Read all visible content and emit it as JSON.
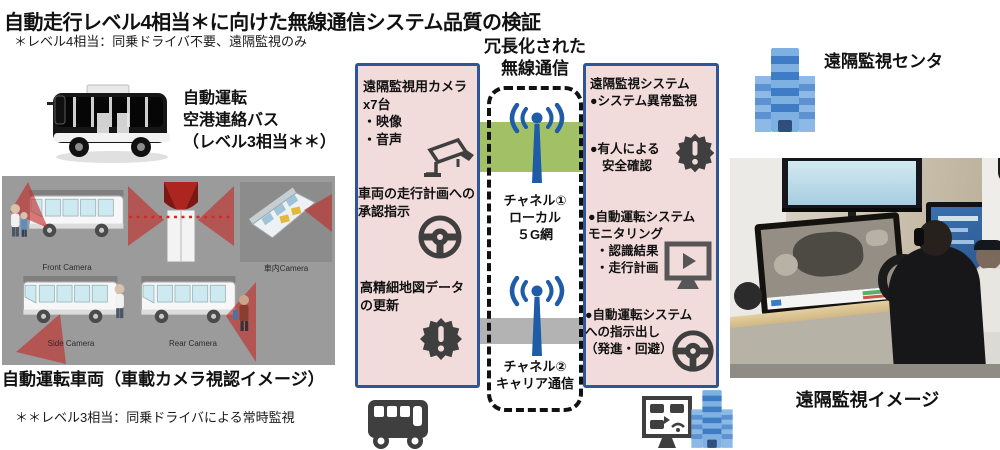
{
  "header": {
    "title": "自動走行レベル4相当＊に向けた無線通信システム品質の検証",
    "footnote_level4": "＊レベル4相当：同乗ドライバ不要、遠隔監視のみ"
  },
  "left_side": {
    "bus_caption": {
      "l1": "自動運転",
      "l2": "空港連絡バス",
      "l3": "（レベル3相当＊＊）"
    },
    "montage_caption": "自動運転車両（車載カメラ視認イメージ）",
    "montage_labels": {
      "front": "Front Camera",
      "cabin": "車内Camera",
      "side": "Side Camera",
      "rear": "Rear Camera"
    },
    "footnote_level3": "＊＊レベル3相当：同乗ドライバによる常時監視"
  },
  "vehicle_box": {
    "camera": {
      "l1": "遠隔監視用カメラ",
      "l2": "x7台",
      "l3": "・映像",
      "l4": "・音声"
    },
    "plan": {
      "l1": "車両の走行計画への",
      "l2": "承認指示"
    },
    "map": {
      "l1": "高精細地図データ",
      "l2": "の更新"
    }
  },
  "channel_box": {
    "title_l1": "冗長化された",
    "title_l2": "無線通信",
    "ch1": {
      "l1": "チャネル①",
      "l2": "ローカル",
      "l3": "５G網"
    },
    "ch2": {
      "l1": "チャネル②",
      "l2": "キャリア通信"
    }
  },
  "monitor_box": {
    "header": "遠隔監視システム",
    "b1": "●システム異常監視",
    "b2": {
      "l1": "●有人による",
      "l2": "安全確認"
    },
    "b3": {
      "l1": "●自動運転システム",
      "l2": "モニタリング",
      "l3": "・認識結果",
      "l4": "・走行計画"
    },
    "b4": {
      "l1": "●自動運転システム",
      "l2": "への指示出し",
      "l3": "（発進・回避）"
    }
  },
  "right_side": {
    "center_label": "遠隔監視センタ",
    "photo_caption": "遠隔監視イメージ"
  },
  "colors": {
    "box_fill": "#f2dcdb",
    "box_border": "#2e5597",
    "local5g_band_green": "#a2c065",
    "carrier_band_gray": "#b3b3b3",
    "antenna_blue": "#1f5ca8",
    "icon_gray": "#3f3f3f",
    "building_blue": "#7fb0e2",
    "camera_cone_red": "#c12c26"
  }
}
